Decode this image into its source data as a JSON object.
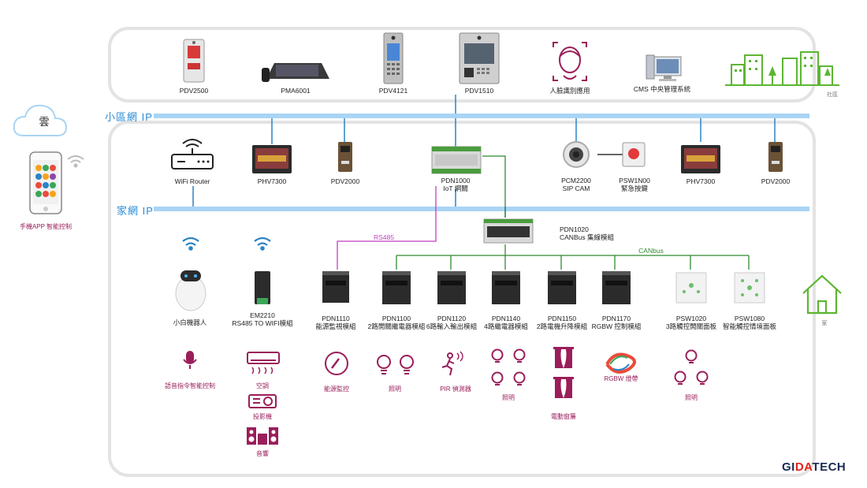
{
  "networks": {
    "community_ip": "小區網 IP",
    "home_ip": "家網 IP"
  },
  "cloud": {
    "label": "雲"
  },
  "phone": {
    "label": "手機APP 智能控制"
  },
  "community_devices": [
    {
      "label": "PDV2500"
    },
    {
      "label": "PMA6001"
    },
    {
      "label": "PDV4121"
    },
    {
      "label": "PDV1510"
    },
    {
      "label": "人臉識別應用"
    },
    {
      "label": "CMS 中央管理系統"
    }
  ],
  "community_tag": "社區",
  "home_tag": "家",
  "home_devices": [
    {
      "label": "WiFi Router"
    },
    {
      "label": "PHV7300"
    },
    {
      "label": "PDV2000"
    },
    {
      "label": "PDN1000",
      "sub": "IoT 網關"
    },
    {
      "label": "PCM2200",
      "sub": "SIP CAM"
    },
    {
      "label": "PSW1N00",
      "sub": "緊急按鍵"
    },
    {
      "label": "PHV7300"
    },
    {
      "label": "PDV2000"
    }
  ],
  "canbus_module": {
    "label": "PDN1020",
    "sub": "CANBus 集線模組"
  },
  "bus_labels": {
    "rs485": "RS485",
    "canbus": "CANbus"
  },
  "robot": {
    "label": "小白機器人"
  },
  "em2210": {
    "label": "EM2210",
    "sub": "RS485 TO WIFI模組"
  },
  "modules": [
    {
      "label": "PDN1110",
      "sub": "能源監視模組"
    },
    {
      "label": "PDN1100",
      "sub": "2路開關繼電器模組"
    },
    {
      "label": "PDN1120",
      "sub": "6路輸入輸出模組"
    },
    {
      "label": "PDN1140",
      "sub": "4路繼電器模組"
    },
    {
      "label": "PDN1150",
      "sub": "2路電機升降模組"
    },
    {
      "label": "PDN1170",
      "sub": "RGBW 控制模組"
    },
    {
      "label": "PSW1020",
      "sub": "3路觸控開關面板"
    },
    {
      "label": "PSW1080",
      "sub": "智能觸控情境面板"
    }
  ],
  "end_devices": {
    "voice": "語音指令智能控制",
    "ac": "空調",
    "projector": "投影機",
    "audio": "音響",
    "energy": "能源監控",
    "light1": "照明",
    "pir": "PIR 偵測器",
    "light2": "照明",
    "curtain": "電動窗簾",
    "rgbw": "RGBW 燈帶",
    "light3": "照明"
  },
  "brand": {
    "prefix": "GI",
    "accent": "DA",
    "suffix": "TECH"
  },
  "colors": {
    "ip_line": "#a9d4f5",
    "rs485": "#c23fc0",
    "canbus": "#2e8b2e",
    "accent_red": "#9a1e5a",
    "green": "#5cb531"
  }
}
